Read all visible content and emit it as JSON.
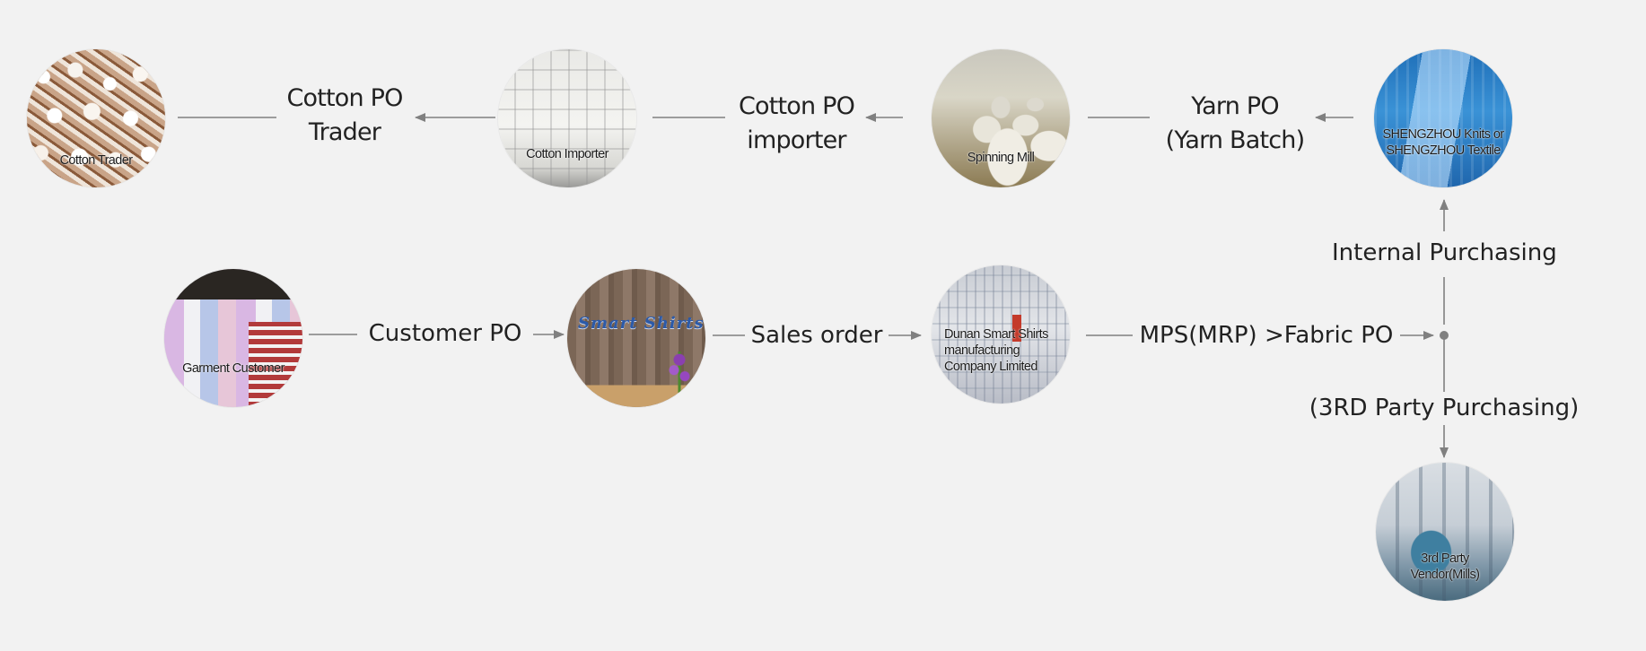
{
  "nodes": {
    "cotton_trader": {
      "caption": "Cotton Trader"
    },
    "cotton_importer": {
      "caption": "Cotton Importer"
    },
    "spinning_mill": {
      "caption": "Spinning Mill"
    },
    "knits": {
      "caption_line1": "SHENGZHOU Knits or",
      "caption_line2": "SHENGZHOU Textile"
    },
    "garment_customer": {
      "caption": "Garment Customer"
    },
    "smart_shirts_office": {
      "logo_text": "Smart Shirts"
    },
    "factory": {
      "caption_line1": "Dunan Smart Shirts",
      "caption_line2": "manufacturing",
      "caption_line3": "Company Limited"
    },
    "vendor_mills": {
      "caption_line1": "3rd Party",
      "caption_line2": "Vendor(Mills)"
    }
  },
  "labels": {
    "cotton_po_trader_line1": "Cotton PO",
    "cotton_po_trader_line2": "Trader",
    "cotton_po_importer_line1": "Cotton PO",
    "cotton_po_importer_line2": "importer",
    "yarn_po_line1": "Yarn PO",
    "yarn_po_line2": "(Yarn Batch)",
    "internal_purchasing": "Internal Purchasing",
    "customer_po": "Customer PO",
    "sales_order": "Sales order",
    "mps_fabric_po": "MPS(MRP) >Fabric PO",
    "third_party_purchasing": "(3RD Party Purchasing)"
  },
  "colors": {
    "background": "#f2f2f2",
    "connector": "#808080",
    "text": "#222222"
  }
}
